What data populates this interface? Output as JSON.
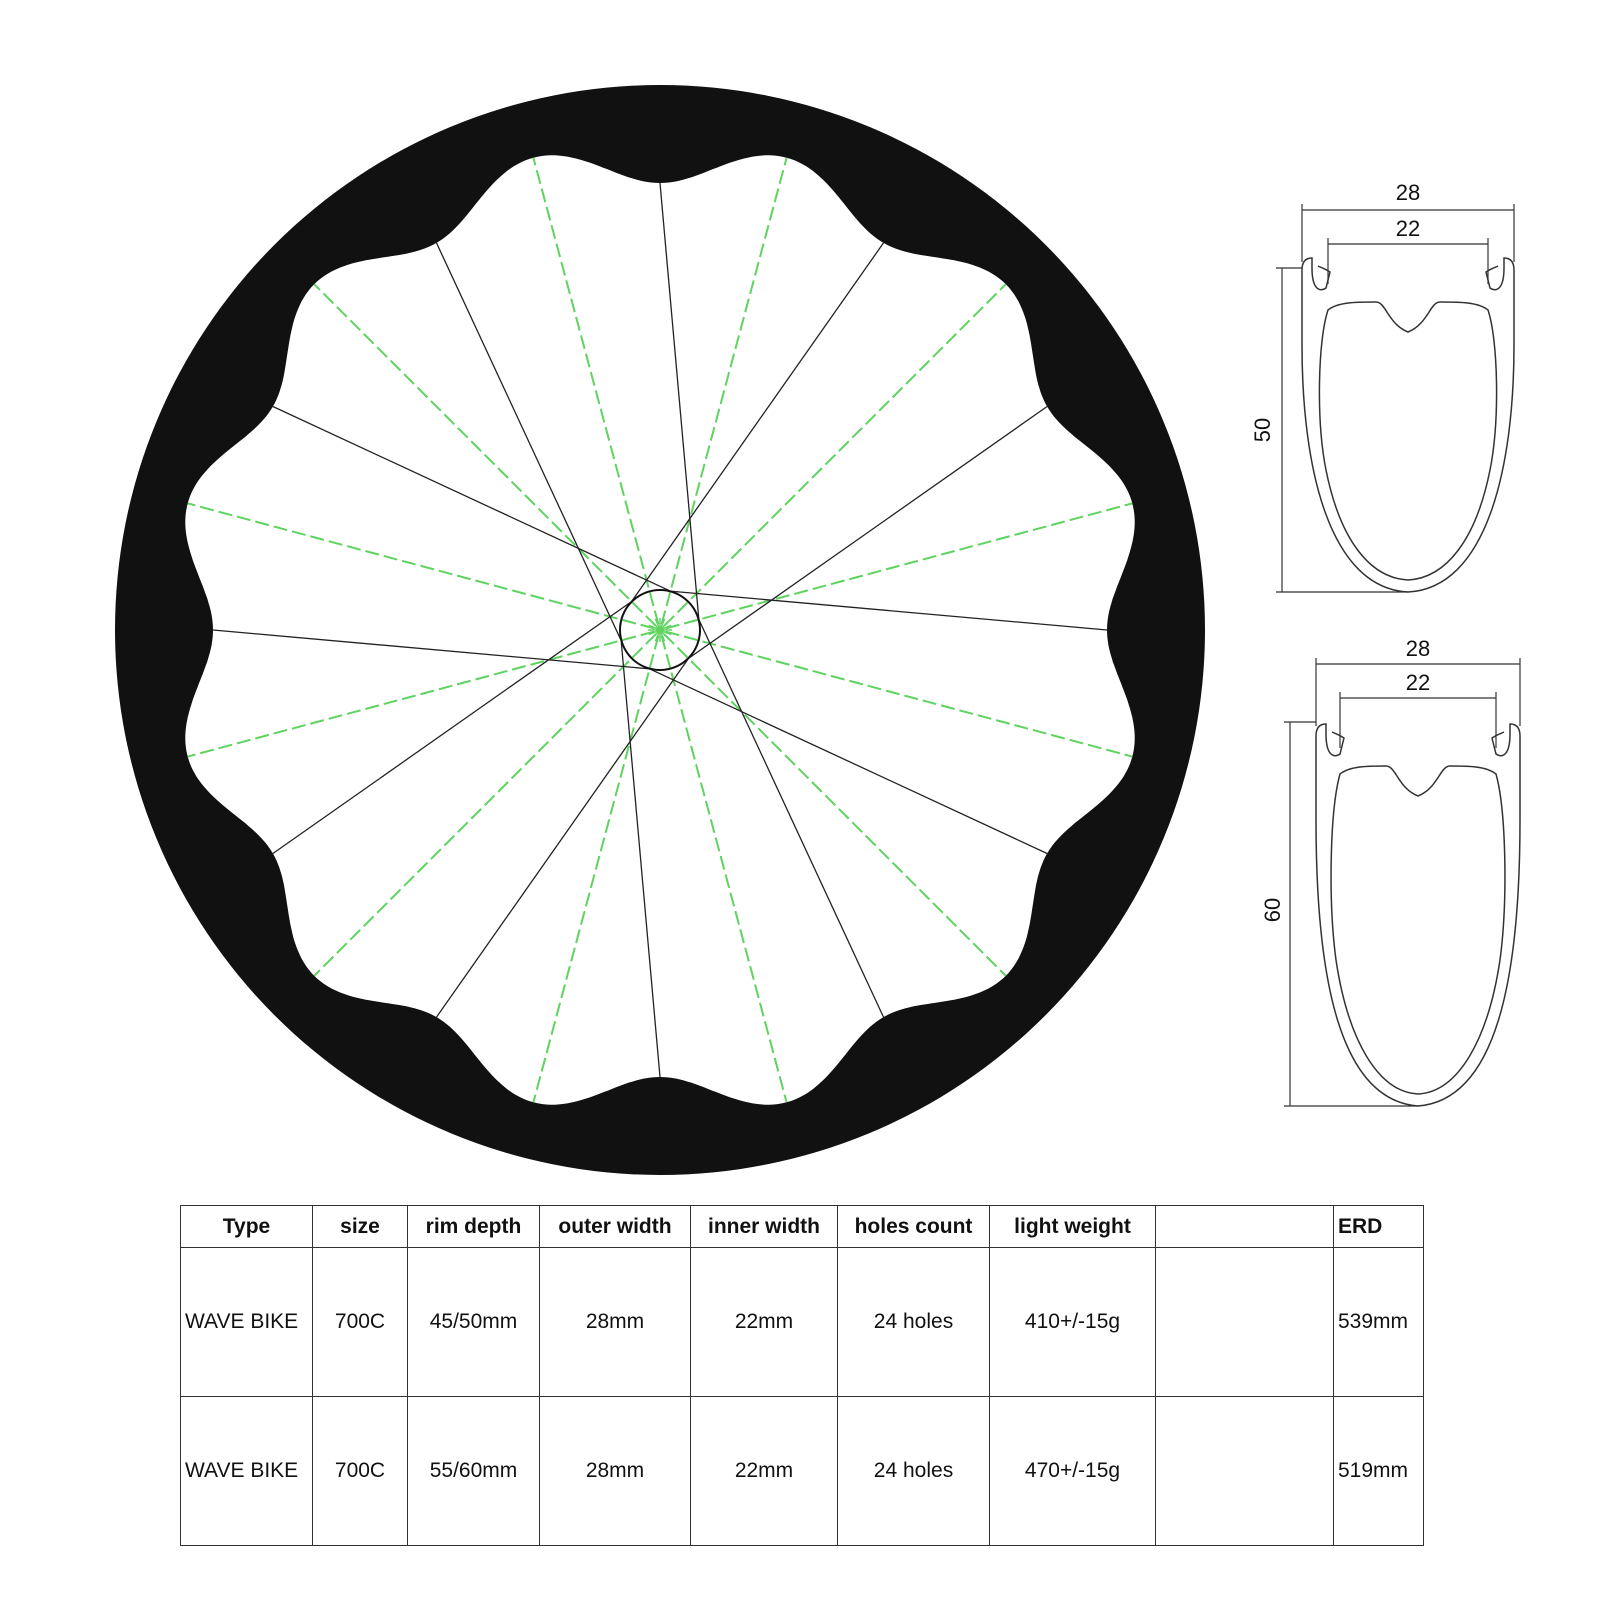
{
  "profile_top": {
    "outer_width": "28",
    "inner_width": "22",
    "depth": "50"
  },
  "profile_bottom": {
    "outer_width": "28",
    "inner_width": "22",
    "depth": "60"
  },
  "table": {
    "headers": [
      "Type",
      "size",
      "rim depth",
      "outer width",
      "inner width",
      "holes count",
      "light weight",
      "",
      "ERD"
    ],
    "rows": [
      [
        "WAVE BIKE",
        "700C",
        "45/50mm",
        "28mm",
        "22mm",
        "24 holes",
        "410+/-15g",
        "",
        "539mm"
      ],
      [
        "WAVE BIKE",
        "700C",
        "55/60mm",
        "28mm",
        "22mm",
        "24 holes",
        "470+/-15g",
        "",
        "519mm"
      ]
    ]
  },
  "colors": {
    "rim": "#111111",
    "spoke": "#222222",
    "spoke_rear": "#5fd35f"
  }
}
